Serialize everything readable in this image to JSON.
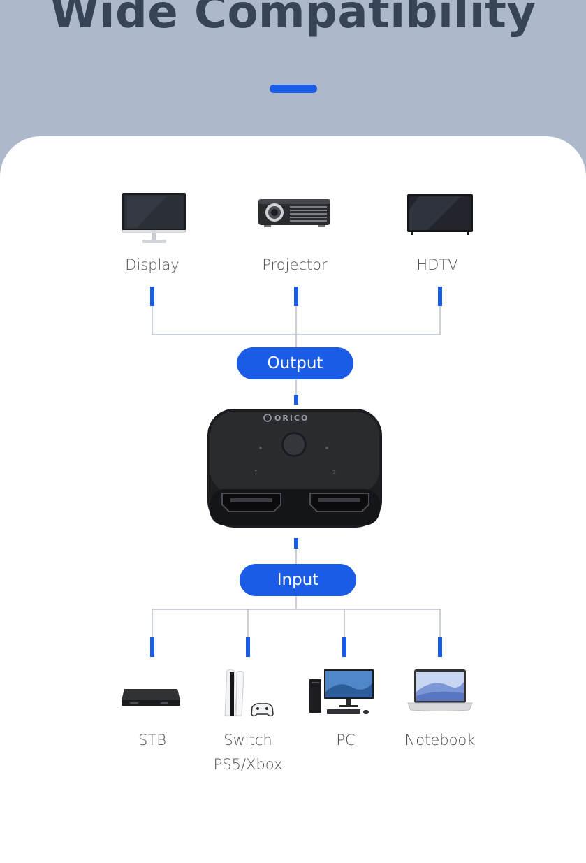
{
  "heading": {
    "title": "Wide Compatibility"
  },
  "outputs": [
    {
      "label": "Display",
      "icon": "monitor-icon"
    },
    {
      "label": "Projector",
      "icon": "projector-icon"
    },
    {
      "label": "HDTV",
      "icon": "tv-icon"
    }
  ],
  "output_pill": {
    "label": "Output"
  },
  "device": {
    "brand": "ORICO",
    "port_1": "1",
    "port_2": "2"
  },
  "input_pill": {
    "label": "Input"
  },
  "inputs": [
    {
      "label": "STB",
      "sublabel": "",
      "icon": "set-top-box-icon"
    },
    {
      "label": "Switch",
      "sublabel": "PS5/Xbox",
      "icon": "game-console-icon"
    },
    {
      "label": "PC",
      "sublabel": "",
      "icon": "desktop-pc-icon"
    },
    {
      "label": "Notebook",
      "sublabel": "",
      "icon": "laptop-icon"
    }
  ],
  "colors": {
    "accent": "#1a5ce5",
    "background": "#adb8ca",
    "title": "#374457",
    "card": "#ffffff"
  }
}
